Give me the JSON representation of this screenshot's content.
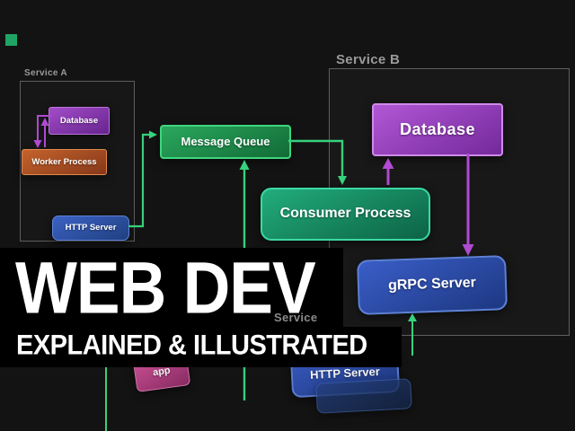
{
  "title_overlay": {
    "line1": "WEB DEV",
    "line2": "EXPLAINED & ILLUSTRATED",
    "text_color": "#ffffff",
    "background": "#000000"
  },
  "diagram": {
    "service_a": {
      "label": "Service A",
      "database": "Database",
      "worker_process": "Worker Process",
      "http_server": "HTTP Server"
    },
    "message_queue": {
      "label": "Message Queue"
    },
    "consumer_process": {
      "label": "Consumer Process"
    },
    "service_b": {
      "label": "Service B",
      "database": "Database",
      "grpc_server": "gRPC Server"
    },
    "background_layer": {
      "service_label": "Service",
      "app_node": "app",
      "http_server": "HTTP Server"
    },
    "colors": {
      "background": "#131313",
      "database_purple": "#9b45c4",
      "worker_orange": "#c4632c",
      "server_blue": "#3a5ec8",
      "queue_green": "#2aa85e",
      "process_teal": "#22ad7c",
      "app_pink": "#d4549c",
      "arrow_green": "#38d17c",
      "arrow_purple": "#b04ad2",
      "outline_gray": "#5e5e5e",
      "label_gray": "#9a9a9a",
      "corner_marker_green": "#1ea564"
    }
  }
}
